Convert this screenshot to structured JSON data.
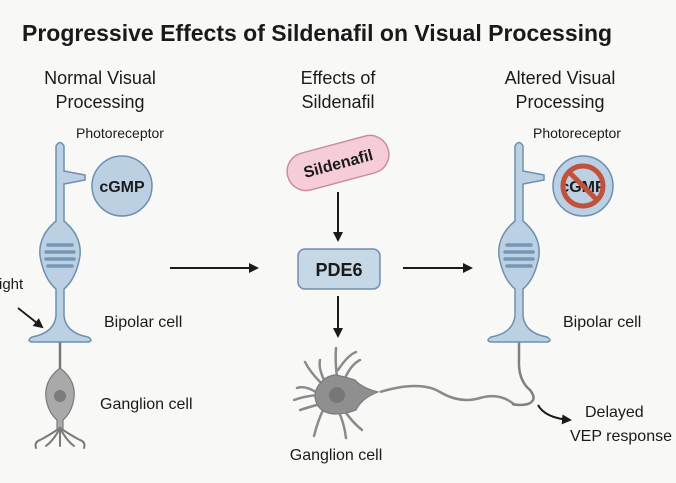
{
  "title": "Progressive Effects of Sildenafil on Visual Processing",
  "columns": {
    "normal": {
      "line1": "Normal Visual",
      "line2": "Processing"
    },
    "effects": {
      "line1": "Effects of",
      "line2": "Sildenafil"
    },
    "altered": {
      "line1": "Altered Visual",
      "line2": "Processing"
    }
  },
  "left": {
    "photoreceptor": "Photoreceptor",
    "cgmp": "cGMP",
    "light": "ight",
    "bipolar": "Bipolar cell",
    "ganglion": "Ganglion cell"
  },
  "center": {
    "pill": "Sildenafil",
    "enzyme": "PDE6",
    "ganglion": "Ganglion cell"
  },
  "right": {
    "photoreceptor": "Photoreceptor",
    "cgmp": "cGMP",
    "bipolar": "Bipolar cell",
    "delayed1": "Delayed",
    "delayed2": "VEP response"
  },
  "colors": {
    "cell_fill": "#bcd0e3",
    "cell_stroke": "#6d8fb0",
    "pill_fill": "#f6ccd8",
    "enzyme_fill": "#c6d7e6",
    "ganglion_fill": "#8f8f8f",
    "prohibit": "#c0523c"
  }
}
